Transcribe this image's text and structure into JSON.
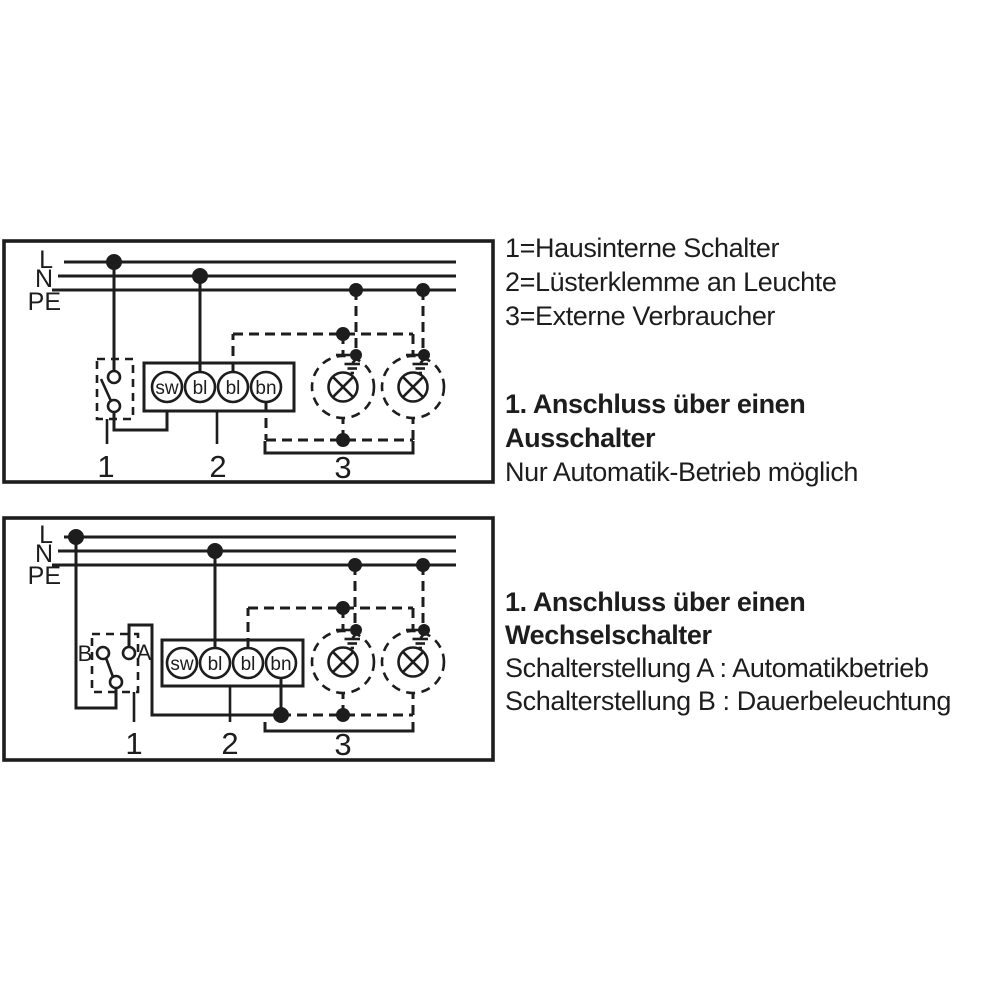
{
  "colors": {
    "ink": "#1d1d1d",
    "background": "#ffffff"
  },
  "captions": {
    "legend": [
      "1=Hausinterne Schalter",
      "2=Lüsterklemme an Leuchte",
      "3=Externe Verbraucher"
    ],
    "section1": {
      "title_line1": "1. Anschluss über einen",
      "title_line2": "Ausschalter",
      "note": "Nur Automatik-Betrieb möglich"
    },
    "section2": {
      "title_line1": "1. Anschluss über einen",
      "title_line2": "Wechselschalter",
      "note_a": "Schalterstellung A : Automatikbetrieb",
      "note_b": "Schalterstellung B : Dauerbeleuchtung"
    }
  },
  "diagram_top": {
    "bus_labels": [
      "L",
      "N",
      "PE"
    ],
    "terminal_labels": [
      "sw",
      "bl",
      "bl",
      "bn"
    ],
    "callout_numbers": [
      "1",
      "2",
      "3"
    ]
  },
  "diagram_bottom": {
    "bus_labels": [
      "L",
      "N",
      "PE"
    ],
    "switch_position_labels": [
      "B",
      "A"
    ],
    "terminal_labels": [
      "sw",
      "bl",
      "bl",
      "bn"
    ],
    "callout_numbers": [
      "1",
      "2",
      "3"
    ]
  }
}
